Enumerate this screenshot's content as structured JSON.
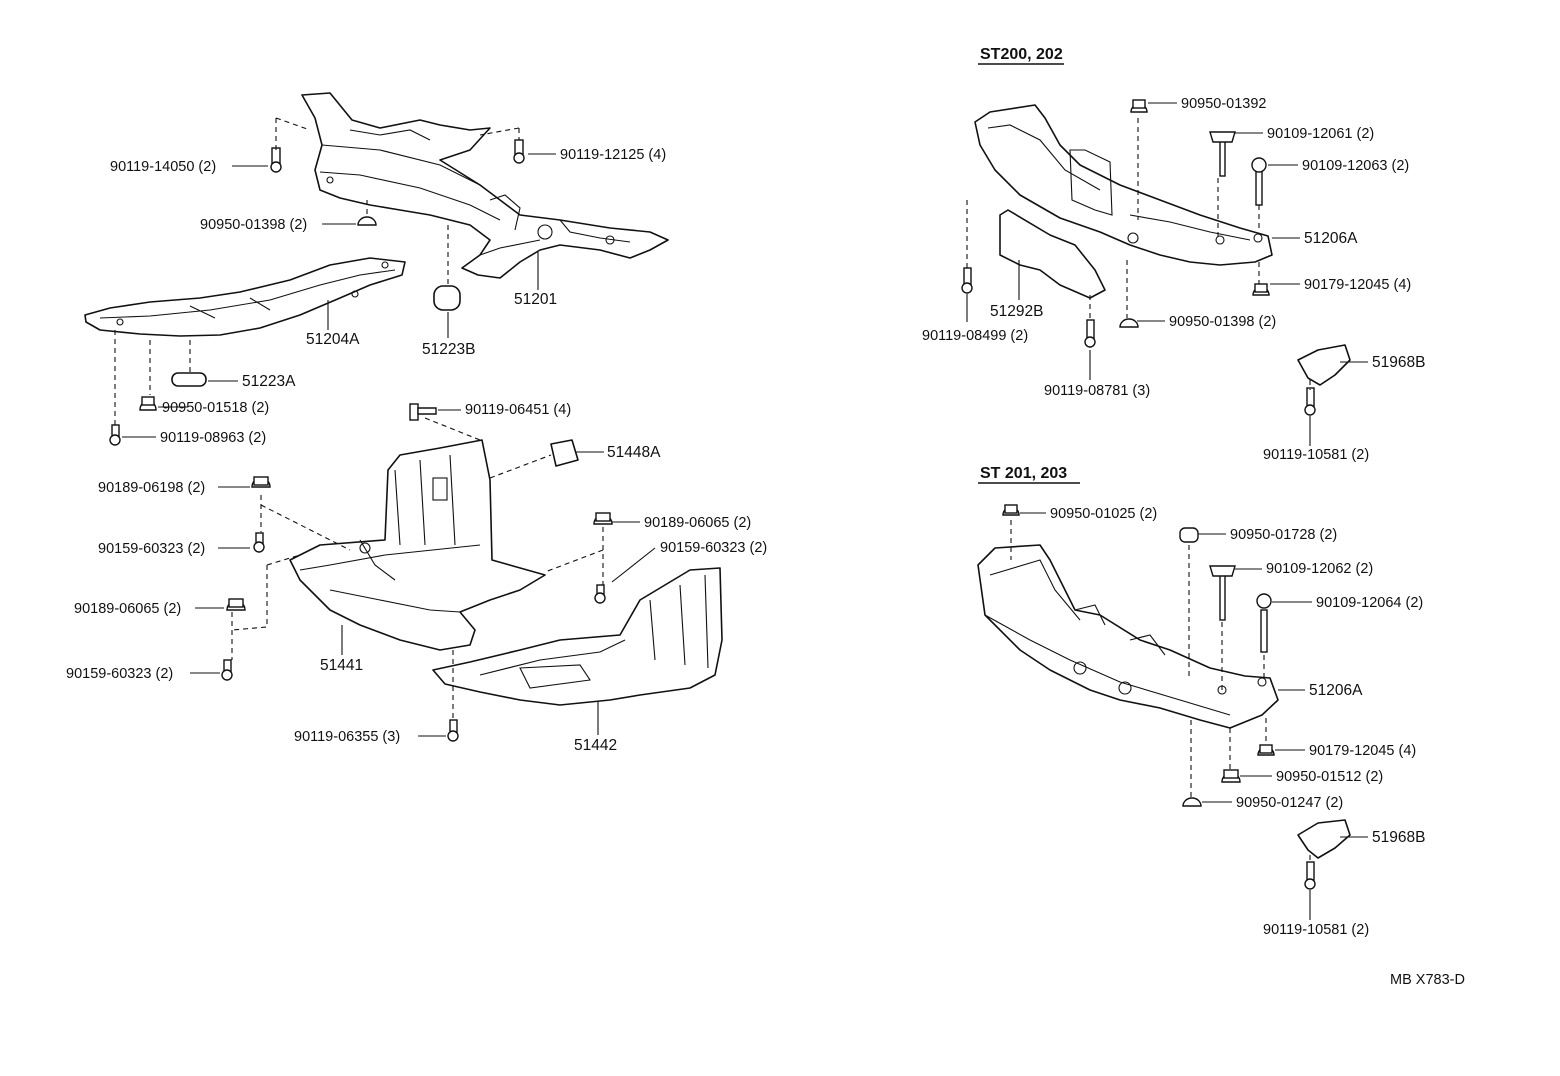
{
  "drawing_code": "MB X783-D",
  "sections": {
    "st200_202": "ST200, 202",
    "st201_203": "ST 201, 203"
  },
  "labels": {
    "p_90119_14050": "90119-14050 (2)",
    "p_90119_12125": "90119-12125 (4)",
    "p_90950_01398_a": "90950-01398 (2)",
    "p_51201": "51201",
    "p_51204A": "51204A",
    "p_51223B": "51223B",
    "p_51223A": "51223A",
    "p_90950_01518": "90950-01518 (2)",
    "p_90119_08963": "90119-08963 (2)",
    "p_90119_06451": "90119-06451 (4)",
    "p_51448A": "51448A",
    "p_90189_06198": "90189-06198 (2)",
    "p_90159_60323_a": "90159-60323 (2)",
    "p_90189_06065_a": "90189-06065 (2)",
    "p_90159_60323_b": "90159-60323 (2)",
    "p_90189_06065_b": "90189-06065 (2)",
    "p_90159_60323_c": "90159-60323 (2)",
    "p_51441": "51441",
    "p_90119_06355": "90119-06355 (3)",
    "p_51442": "51442",
    "r1_90950_01392": "90950-01392",
    "r1_90109_12061": "90109-12061 (2)",
    "r1_90109_12063": "90109-12063 (2)",
    "r1_51206A": "51206A",
    "r1_90179_12045": "90179-12045 (4)",
    "r1_51292B": "51292B",
    "r1_90119_08499": "90119-08499 (2)",
    "r1_90950_01398": "90950-01398 (2)",
    "r1_90119_08781": "90119-08781 (3)",
    "r1_51968B": "51968B",
    "r1_90119_10581": "90119-10581 (2)",
    "r2_90950_01025": "90950-01025 (2)",
    "r2_90950_01728": "90950-01728 (2)",
    "r2_90109_12062": "90109-12062 (2)",
    "r2_90109_12064": "90109-12064 (2)",
    "r2_51206A": "51206A",
    "r2_90179_12045": "90179-12045 (4)",
    "r2_90950_01512": "90950-01512 (2)",
    "r2_90950_01247": "90950-01247 (2)",
    "r2_51968B": "51968B",
    "r2_90119_10581": "90119-10581 (2)"
  }
}
